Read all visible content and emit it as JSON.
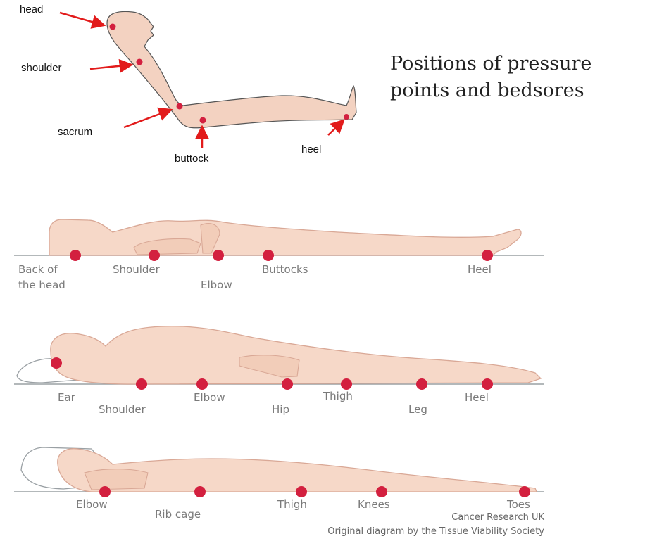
{
  "title": "Positions of pressure points and bedsores",
  "top_labels": {
    "head": "head",
    "shoulder": "shoulder",
    "sacrum": "sacrum",
    "buttock": "buttock",
    "heel": "heel"
  },
  "supine_labels": {
    "back_of_head_line1": "Back of",
    "back_of_head_line2": "the head",
    "shoulder": "Shoulder",
    "elbow": "Elbow",
    "buttocks": "Buttocks",
    "heel": "Heel"
  },
  "side_labels": {
    "ear": "Ear",
    "shoulder": "Shoulder",
    "elbow": "Elbow",
    "hip": "Hip",
    "thigh": "Thigh",
    "leg": "Leg",
    "heel": "Heel"
  },
  "prone_labels": {
    "elbow": "Elbow",
    "rib_cage": "Rib cage",
    "thigh": "Thigh",
    "knees": "Knees",
    "toes": "Toes"
  },
  "credits": {
    "line1": "Cancer Research UK",
    "line2": "Original diagram by the Tissue Viability Society"
  },
  "colors": {
    "skin": "#f3d2c1",
    "outline": "#d9a896",
    "dot": "#d3203f",
    "arrow": "#e21b1b"
  }
}
